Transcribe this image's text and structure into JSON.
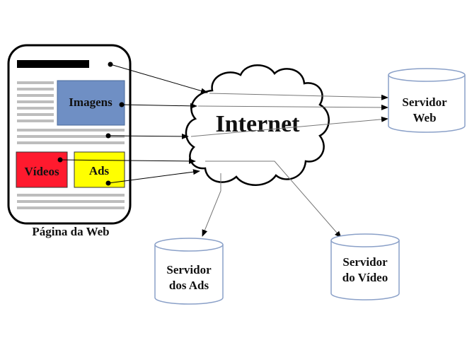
{
  "diagram": {
    "web_page": {
      "images_label": "Imagens",
      "videos_label": "Vídeos",
      "ads_label": "Ads",
      "caption": "Página da Web"
    },
    "internet_label": "Internet",
    "servers": {
      "web": {
        "line1": "Servidor",
        "line2": "Web"
      },
      "ads": {
        "line1": "Servidor",
        "line2": "dos Ads"
      },
      "video": {
        "line1": "Servidor",
        "line2": "do Vídeo"
      }
    }
  },
  "colors": {
    "images_box": "#6f8fc4",
    "videos_box": "#ff1a2e",
    "ads_box": "#ffff00",
    "cylinder_stroke": "#8aa0c8"
  }
}
